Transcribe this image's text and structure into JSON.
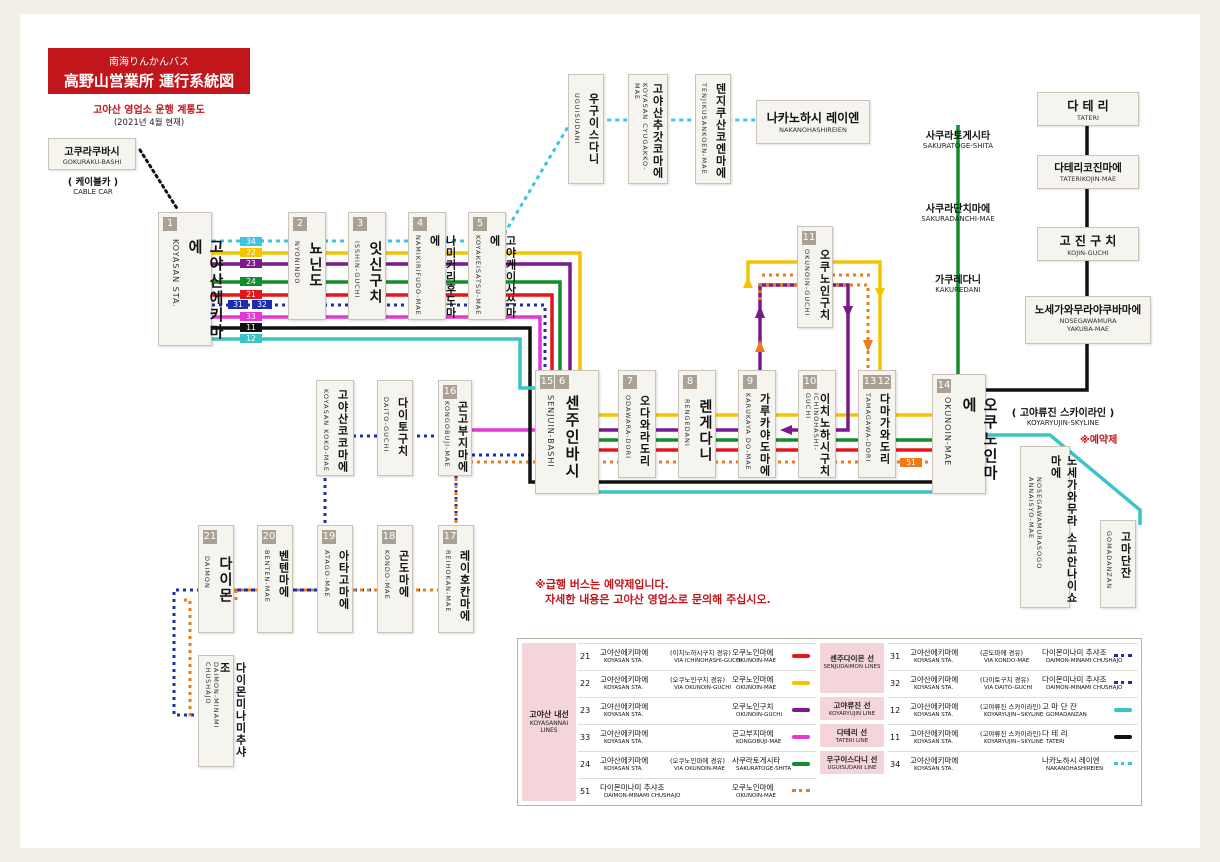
{
  "header": {
    "line1": "南海りんかんバス",
    "line2": "高野山営業所 運行系統図",
    "sub_ko": "고야산 영업소 운행 계통도",
    "date": "(2021년 4월 현재)"
  },
  "cable": {
    "top_ko": "고쿠라쿠바시",
    "top_ro": "GOKURAKU-BASHI",
    "car_ko": "( 케이블카 )",
    "car_ro": "CABLE CAR"
  },
  "stops": {
    "s1": {
      "num": "1",
      "ko": "고야산에키마에",
      "ro": "KOYASAN STA."
    },
    "s2": {
      "num": "2",
      "ko": "뇨닌도",
      "ro": "NYONINDO"
    },
    "s3": {
      "num": "3",
      "ko": "잇신구치",
      "ro": "ISSHIN-GUCHI"
    },
    "s4": {
      "num": "4",
      "ko": "나미키리후도마에",
      "ro": "NAMIKIRIFUDO-MAE"
    },
    "s5": {
      "num": "5",
      "ko": "고야케이사쓰마에",
      "ro": "KOYAKEISATSU-MAE"
    },
    "s6": {
      "num15": "15",
      "num": "6",
      "ko": "센주인바시",
      "ro": "SENJUIN-BASHI"
    },
    "s7": {
      "num": "7",
      "ko": "오다와라도리",
      "ro": "ODAWARA-DORI"
    },
    "s8": {
      "num": "8",
      "ko": "렌게다니",
      "ro": "RENGEDANI"
    },
    "s9": {
      "num": "9",
      "ko": "가루카야도마에",
      "ro": "KARUKAYA DO-MAE"
    },
    "s10": {
      "num": "10",
      "ko": "이치노하시구치",
      "ro": "ICHINOHASHI-GUCHI"
    },
    "s11": {
      "num": "11",
      "ko": "오쿠노인구치",
      "ro": "OKUNOIN-GUCHI"
    },
    "s12": {
      "num13": "13",
      "num": "12",
      "ko": "다마가와도리",
      "ro": "TAMAGAWA-DORI"
    },
    "s14": {
      "num": "14",
      "ko": "오쿠노인마에",
      "ro": "OKUNOIN-MAE"
    },
    "s16": {
      "num": "16",
      "ko": "곤고부지마에",
      "ro": "KONGOBUJI-MAE"
    },
    "s17": {
      "num": "17",
      "ko": "레이호칸마에",
      "ro": "REIHOKAN-MAE"
    },
    "s18": {
      "num": "18",
      "ko": "곤도마에",
      "ro": "KONDO-MAE"
    },
    "s19": {
      "num": "19",
      "ko": "아타고마에",
      "ro": "ATAGO-MAE"
    },
    "s20": {
      "num": "20",
      "ko": "벤텐마에",
      "ro": "BENTEN-MAE"
    },
    "s21": {
      "num": "21",
      "ko": "다이몬",
      "ro": "DAIMON"
    },
    "koko": {
      "ko": "고야산코코마에",
      "ro": "KOYASAN KOKO-MAE"
    },
    "daito": {
      "ko": "다이토구치",
      "ro": "DAITO-GUCHI"
    },
    "chushajo": {
      "ko": "다이몬미나미추샤조",
      "ro": "DAIMON-MINAMI CHUSHAJO"
    },
    "uguisu": {
      "ko": "우구이스다니",
      "ro": "UGUISUDANI"
    },
    "chugakko": {
      "ko": "고야산추갓코마에",
      "ro": "KOYASAN CYUGAKKO-MAE"
    },
    "tenjiku": {
      "ko": "덴지쿠산코엔마에",
      "ro": "TENJIKUSANKOEN-MAE"
    },
    "nakano": {
      "ko": "나카노하시 레이엔",
      "ro": "NAKANOHASHIREIEN"
    },
    "sakuratoge": {
      "ko": "사쿠라토게시타",
      "ro": "SAKURATOGE-SHITA"
    },
    "sakuradanchi": {
      "ko": "사쿠라단치마에",
      "ro": "SAKURADANCHI-MAE"
    },
    "kakuredani": {
      "ko": "가쿠레다니",
      "ro": "KAKUREDANI"
    },
    "tateri": {
      "ko": "다 테 리",
      "ro": "TATERI"
    },
    "taterikojin": {
      "ko": "다테리코진마에",
      "ro": "TATERIKOJIN-MAE"
    },
    "kojin": {
      "ko": "고 진 구 치",
      "ro": "KOJIN-GUCHI"
    },
    "nosegawa": {
      "ko": "노세가와무라야쿠바마에",
      "ro1": "NOSEGAWAMURA",
      "ro2": "YAKUBA-MAE"
    },
    "annaisho": {
      "ko": "노세가와무라 소고안나이쇼마에",
      "ro": "NOSEGAWAMURASOGO ANNAISYO-MAE"
    },
    "gomadan": {
      "ko": "고마단잔",
      "ro": "GOMADANZAN"
    }
  },
  "skyline": {
    "ko": "( 고야류진 스카이라인 )",
    "ro": "KOYARYUJIN-SKYLINE",
    "note": "※예약제"
  },
  "route_badges": [
    "34",
    "22",
    "23",
    "24",
    "21",
    "31",
    "32",
    "33",
    "11",
    "12",
    "51"
  ],
  "notice": {
    "line1": "※급행 버스는 예약제입니다.",
    "line2": "자세한 내용은 고야산 영업소로 문의해 주십시오."
  },
  "legend": {
    "group_inner_ko": "고야산 내선",
    "group_inner_ro": "KOYASANNAI LINES",
    "left_rows": [
      {
        "no": "21",
        "from": "고야산에키마에",
        "from_ro": "KOYASAN STA.",
        "via": "(이치노하시구치 경유)",
        "via_ro": "VIA ICHINOHASHI-GUCHI",
        "to": "오쿠노인마에",
        "to_ro": "OKUNOIN-MAE",
        "color": "#e3161c",
        "style": "solid"
      },
      {
        "no": "22",
        "from": "고야산에키마에",
        "from_ro": "KOYASAN STA.",
        "via": "(오쿠노인구치 경유)",
        "via_ro": "VIA OKUNOIN-GUCHI",
        "to": "오쿠노인마에",
        "to_ro": "OKUNOIN-MAE",
        "color": "#f5c400",
        "style": "solid"
      },
      {
        "no": "23",
        "from": "고야산에키마에",
        "from_ro": "KOYASAN STA.",
        "via": "",
        "via_ro": "",
        "to": "오쿠노인구치",
        "to_ro": "OKUNOIN-GUCHI",
        "color": "#7a1a8c",
        "style": "solid"
      },
      {
        "no": "33",
        "from": "고야산에키마에",
        "from_ro": "KOYASAN STA.",
        "via": "",
        "via_ro": "",
        "to": "곤고부지마에",
        "to_ro": "KONGOBUJI-MAE",
        "color": "#e637d6",
        "style": "solid"
      },
      {
        "no": "24",
        "from": "고야산에키마에",
        "from_ro": "KOYASAN STA.",
        "via": "(오쿠노인마에 경유)",
        "via_ro": "VIA OKUNOIN-MAE",
        "to": "사쿠라토게시타",
        "to_ro": "SAKURATOGE-SHITA",
        "color": "#138c2b",
        "style": "solid"
      },
      {
        "no": "51",
        "from": "다이몬미나미 추샤조",
        "from_ro": "DAIMON-MINAMI CHUSHAJO",
        "via": "",
        "via_ro": "",
        "to": "오쿠노인마에",
        "to_ro": "OKUNOIN-MAE",
        "color": "#ef7a1a",
        "style": "dotted"
      }
    ],
    "groups_mid": [
      {
        "ko": "센주다이몬 선",
        "ro": "SENJUDAIMON LINES"
      },
      {
        "ko": "고야류진 선",
        "ro": "KOYARYUJIN LINE"
      },
      {
        "ko": "다테리 선",
        "ro": "TATERI LINE"
      },
      {
        "ko": "우구이스다니 선",
        "ro": "UGUISUDANI LINE"
      }
    ],
    "right_rows": [
      {
        "no": "31",
        "from": "고야산에키마에",
        "from_ro": "KOYASAN STA.",
        "via": "(곤도마에 경유)",
        "via_ro": "VIA KONDO-MAE",
        "to": "다이몬미나미 추샤조",
        "to_ro": "DAIMON-MINAMI CHUSHAJO",
        "color": "#1a2fb0",
        "style": "dotted"
      },
      {
        "no": "32",
        "from": "고야산에키마에",
        "from_ro": "KOYASAN STA.",
        "via": "(다이토구치 경유)",
        "via_ro": "VIA DAITO-GUCHI",
        "to": "다이몬미나미 추샤조",
        "to_ro": "DAIMON-MINAMI CHUSHAJO",
        "color": "#1a2fb0",
        "style": "dotted"
      },
      {
        "no": "12",
        "from": "고야산에키마에",
        "from_ro": "KOYASAN STA.",
        "via": "(고야류진 스카이라인)",
        "via_ro": "KOYARYUJIN−SKYLINE",
        "to": "고 마 단 잔",
        "to_ro": "GOMADANZAN",
        "color": "#3cc3c6",
        "style": "solid"
      },
      {
        "no": "11",
        "from": "고야산에키마에",
        "from_ro": "KOYASAN STA.",
        "via": "(고야류진 스카이라인)",
        "via_ro": "KOYARYUJIN−SKYLINE",
        "to": "다 테 리",
        "to_ro": "TATERI",
        "color": "#111111",
        "style": "solid"
      },
      {
        "no": "34",
        "from": "고야산에키마에",
        "from_ro": "KOYASAN STA.",
        "via": "",
        "via_ro": "",
        "to": "나카노하시 레이엔",
        "to_ro": "NAKANOHASHIREIEN",
        "color": "#3cc3e6",
        "style": "dotted"
      }
    ]
  },
  "colors": {
    "r21": "#e3161c",
    "r22": "#f5c400",
    "r23": "#7a1a8c",
    "r24": "#138c2b",
    "r33": "#e637d6",
    "r31": "#1a2fb0",
    "r32": "#1a2fb0",
    "r11": "#111111",
    "r12": "#3cc3c6",
    "r34": "#3cc3e6",
    "r51": "#ef7a1a",
    "header": "#c0161c"
  }
}
